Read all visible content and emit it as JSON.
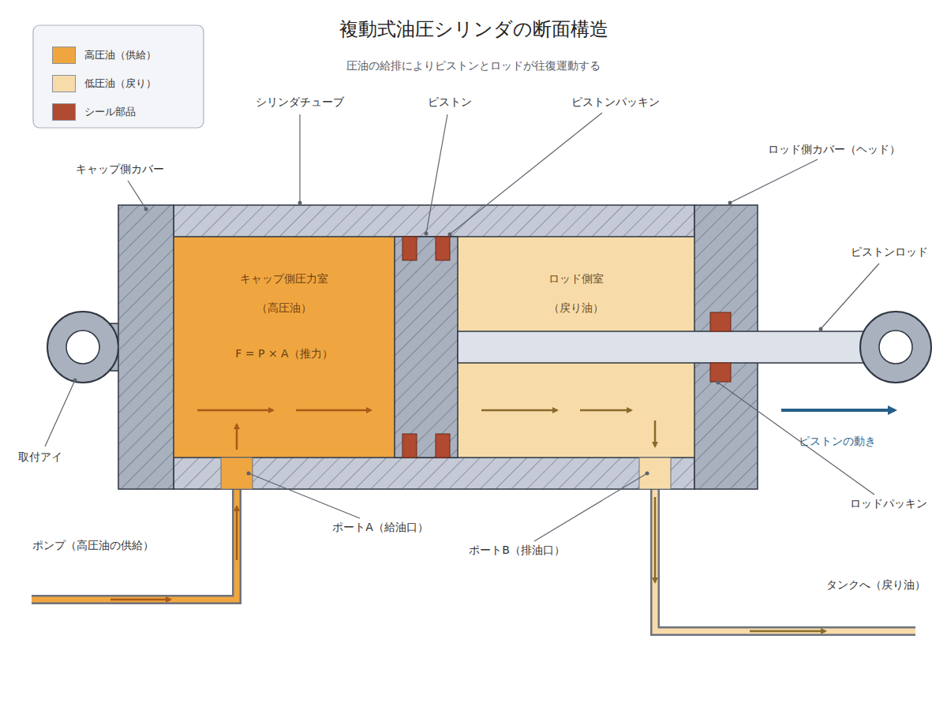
{
  "diagram": {
    "title": "複動式油圧シリンダの断面構造",
    "caption": "圧油の給排によりピストンとロッドが往復運動する",
    "nodes": [
      {
        "text": [
          "キャップ側圧力室",
          "（高圧油）",
          "F = P × A（推力）"
        ]
      },
      {
        "text": [
          "ロッド側室",
          "（戻り油）"
        ]
      }
    ],
    "labels": [
      "シリンダチューブ",
      "ピストン",
      "ピストンパッキン",
      "キャップ側カバー",
      "ロッド側カバー（ヘッド）",
      "ピストンロッド",
      "取付アイ",
      "ピストンの動き",
      "ロッドパッキン",
      "ポートA（給油口）",
      "ポートB（排油口）",
      "ポンプ（高圧油の供給）",
      "タンクへ（戻り油）"
    ],
    "legend": [
      {
        "text": "高圧油（供給）",
        "color": "#f0a640"
      },
      {
        "text": "低圧油（戻り）",
        "color": "#f7dcaa"
      },
      {
        "text": "シール部品",
        "color": "#b04a30"
      }
    ]
  }
}
